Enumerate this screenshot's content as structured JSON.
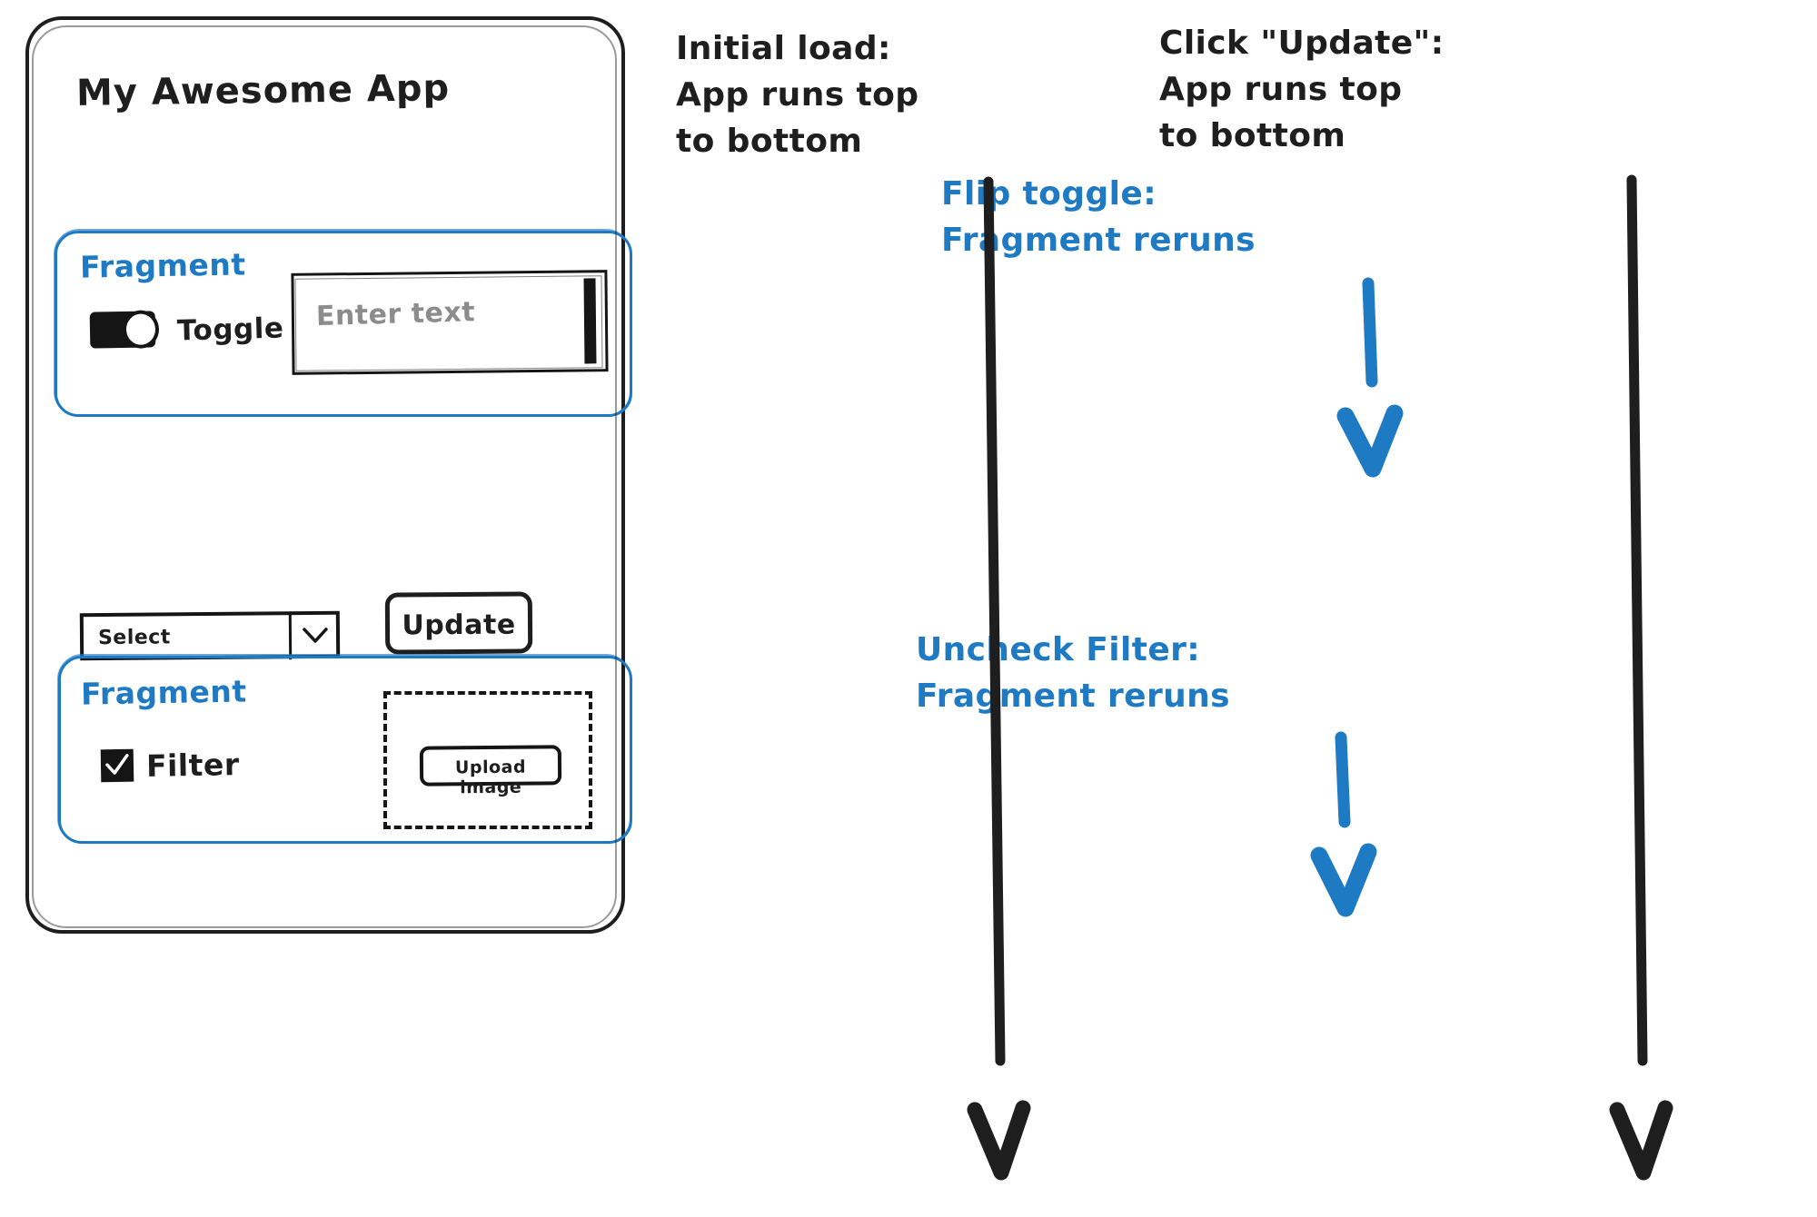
{
  "phone": {
    "app_title": "My Awesome App",
    "fragment_one": {
      "label": "Fragment",
      "toggle_label": "Toggle",
      "toggle_state": "on",
      "text_input_placeholder": "Enter text",
      "text_input_value": ""
    },
    "controls": {
      "select_value": "Select",
      "select_icon": "chevron-down-icon",
      "update_label": "Update"
    },
    "fragment_two": {
      "label": "Fragment",
      "filter_label": "Filter",
      "filter_checked": true,
      "upload_label": "Upload image",
      "dropzone_style": "dashed"
    }
  },
  "annotations": {
    "initial_load": "Initial load:\nApp runs top\nto bottom",
    "click_update": "Click \"Update\":\nApp runs top\nto bottom",
    "flip_toggle": "Flip toggle:\nFragment reruns",
    "uncheck_filter": "Uncheck Filter:\nFragment reruns"
  },
  "colors": {
    "ink": "#1e1e1e",
    "accent_blue": "#1f7ac4",
    "placeholder_gray": "#8c8c8c",
    "paper": "#ffffff"
  },
  "arrows": [
    {
      "name": "initial-load-arrow",
      "color": "#1e1e1e",
      "direction": "down",
      "length": "long"
    },
    {
      "name": "click-update-arrow",
      "color": "#1e1e1e",
      "direction": "down",
      "length": "long"
    },
    {
      "name": "flip-toggle-arrow",
      "color": "#1f7ac4",
      "direction": "down",
      "length": "short"
    },
    {
      "name": "uncheck-filter-arrow",
      "color": "#1f7ac4",
      "direction": "down",
      "length": "short"
    }
  ]
}
